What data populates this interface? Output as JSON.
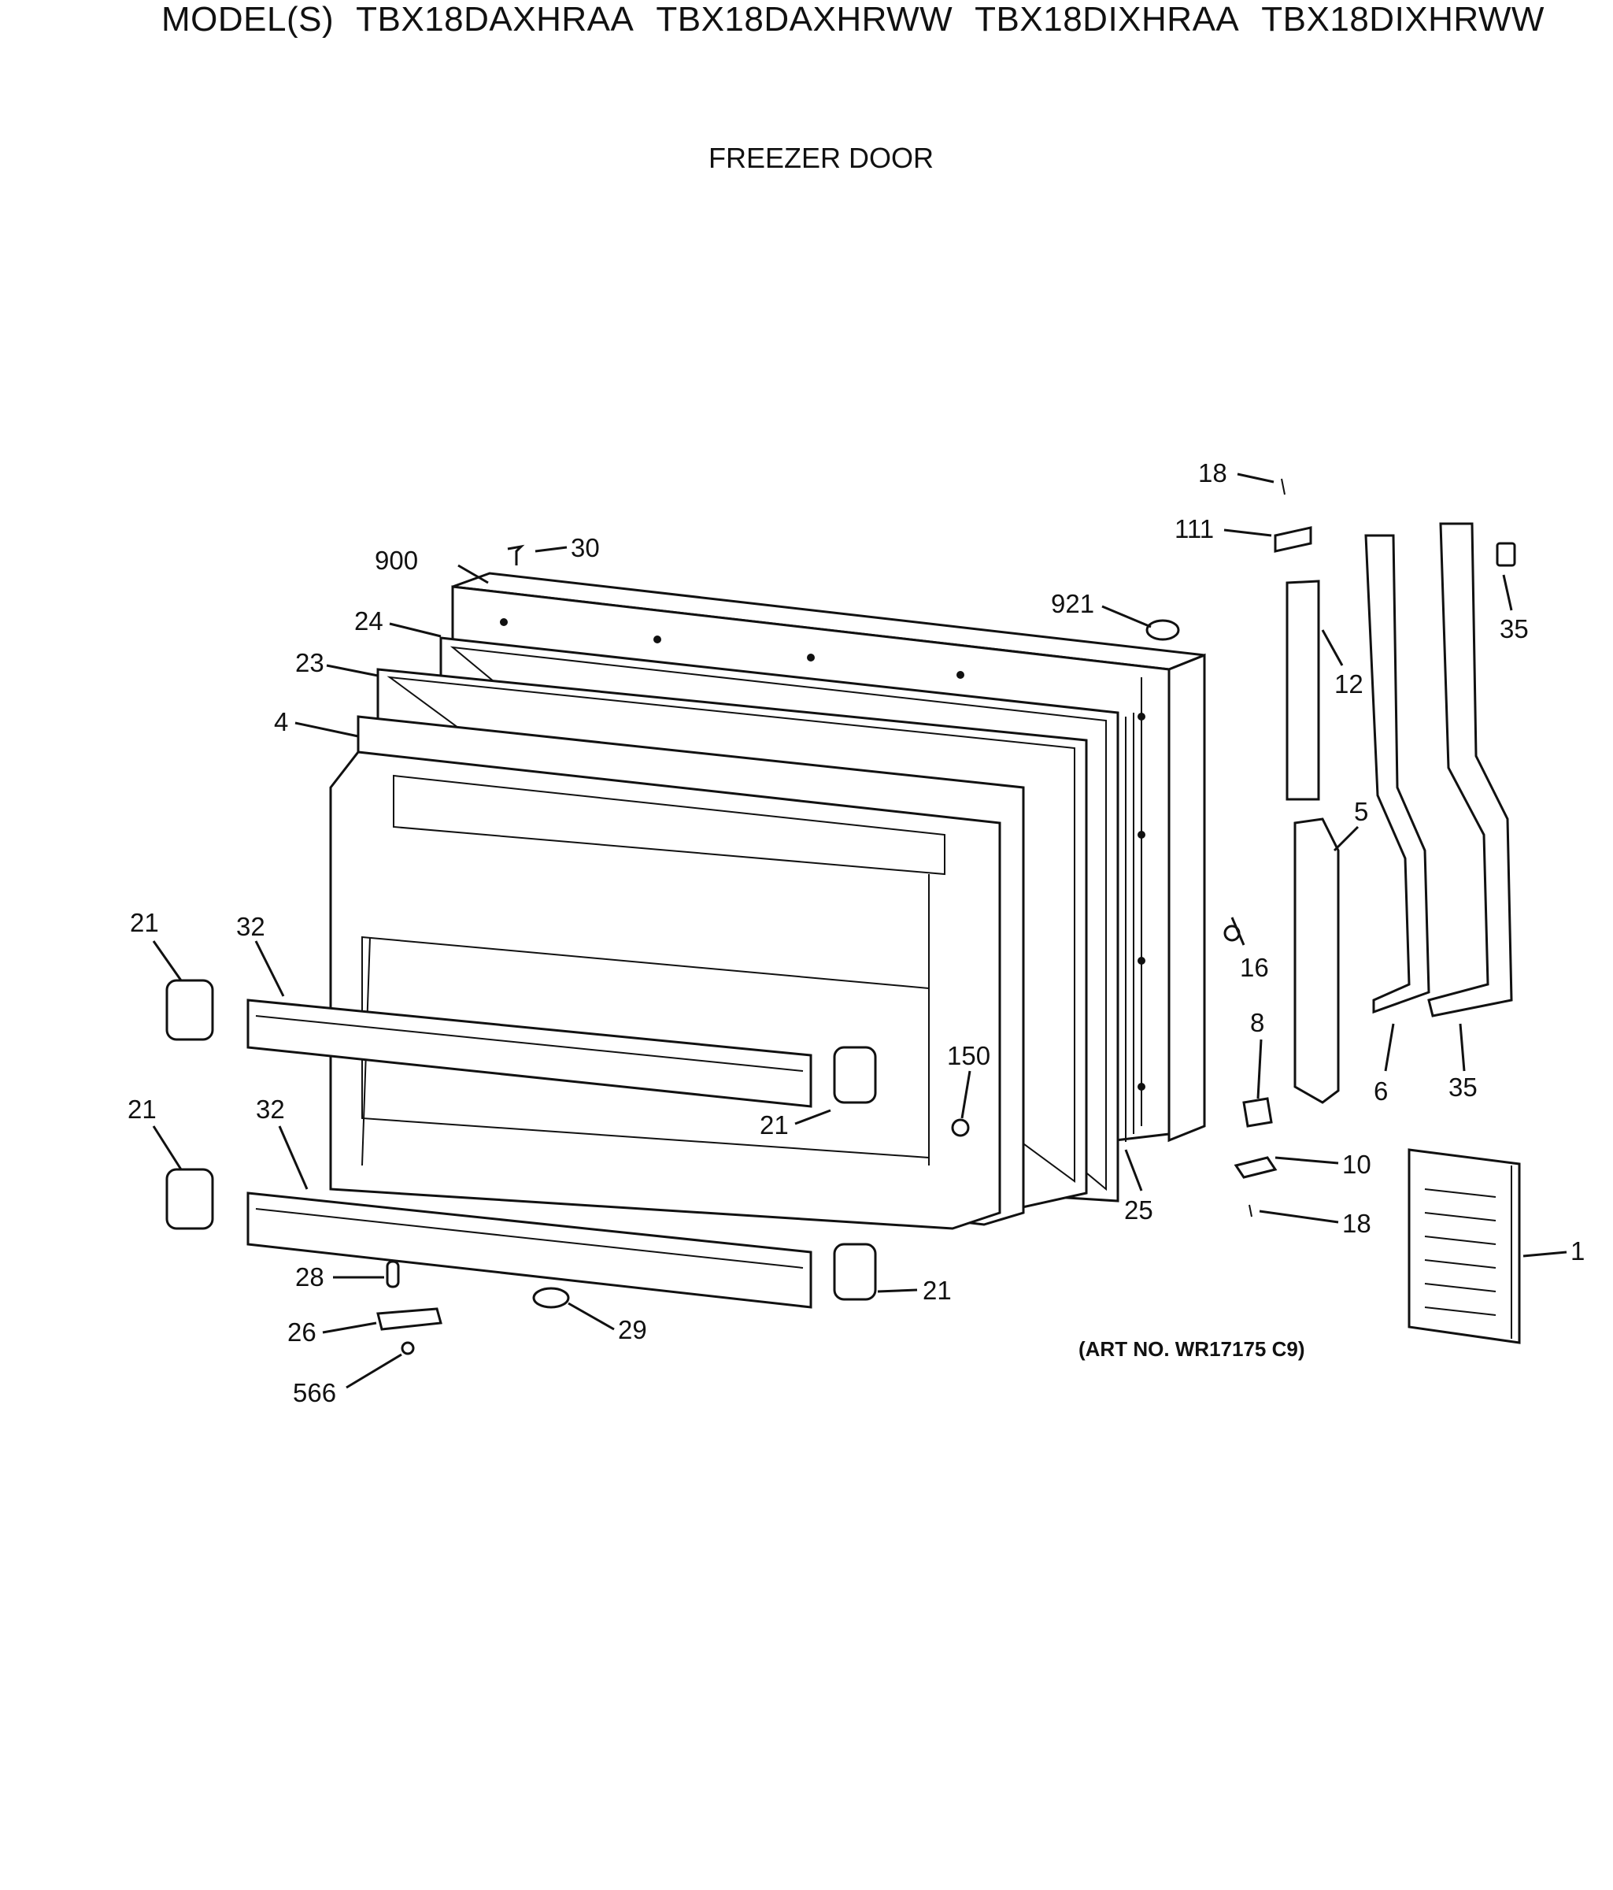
{
  "header": {
    "models_label": "MODEL(S)",
    "models": [
      "TBX18DAXHRAA",
      "TBX18DAXHRWW",
      "TBX18DIXHRAA",
      "TBX18DIXHRWW"
    ],
    "section_title": "FREEZER DOOR"
  },
  "art_number": "(ART NO. WR17175 C9)",
  "callouts": [
    {
      "id": "c18a",
      "label": "18"
    },
    {
      "id": "c111",
      "label": "111"
    },
    {
      "id": "c35a",
      "label": "35"
    },
    {
      "id": "c900",
      "label": "900"
    },
    {
      "id": "c30",
      "label": "30"
    },
    {
      "id": "c921",
      "label": "921"
    },
    {
      "id": "c24",
      "label": "24"
    },
    {
      "id": "c12",
      "label": "12"
    },
    {
      "id": "c23",
      "label": "23"
    },
    {
      "id": "c4",
      "label": "4"
    },
    {
      "id": "c5",
      "label": "5"
    },
    {
      "id": "c21a",
      "label": "21"
    },
    {
      "id": "c32a",
      "label": "32"
    },
    {
      "id": "c16",
      "label": "16"
    },
    {
      "id": "c8",
      "label": "8"
    },
    {
      "id": "c6",
      "label": "6"
    },
    {
      "id": "c35b",
      "label": "35"
    },
    {
      "id": "c150",
      "label": "150"
    },
    {
      "id": "c21b",
      "label": "21"
    },
    {
      "id": "c21c",
      "label": "21"
    },
    {
      "id": "c32b",
      "label": "32"
    },
    {
      "id": "c10",
      "label": "10"
    },
    {
      "id": "c25",
      "label": "25"
    },
    {
      "id": "c18b",
      "label": "18"
    },
    {
      "id": "c1",
      "label": "1"
    },
    {
      "id": "c28",
      "label": "28"
    },
    {
      "id": "c21d",
      "label": "21"
    },
    {
      "id": "c26",
      "label": "26"
    },
    {
      "id": "c29",
      "label": "29"
    },
    {
      "id": "c566",
      "label": "566"
    }
  ]
}
